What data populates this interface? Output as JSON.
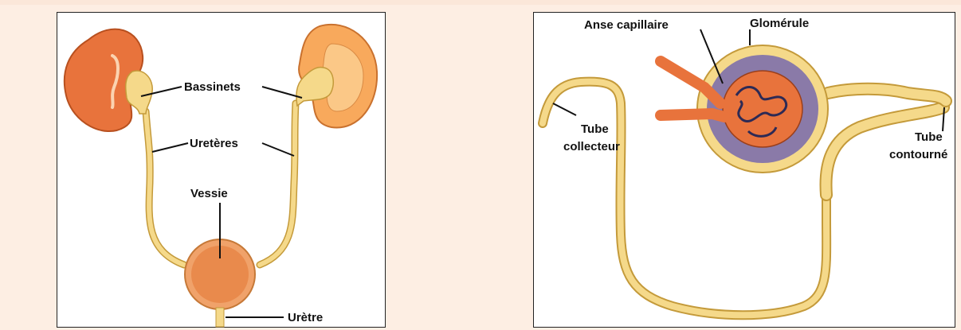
{
  "left_panel": {
    "labels": {
      "bassinets": "Bassinets",
      "ureteres": "Uretères",
      "vessie": "Vessie",
      "uretre": "Urètre"
    }
  },
  "right_panel": {
    "labels": {
      "anse_capillaire": "Anse capillaire",
      "glomerule": "Glomérule",
      "tube_collecteur_1": "Tube",
      "tube_collecteur_2": "collecteur",
      "tube_contourne_1": "Tube",
      "tube_contourne_2": "contourné"
    }
  },
  "colors": {
    "background": "#fdeee3",
    "panel": "#ffffff",
    "kidney": "#e8733c",
    "tube": "#f5d98a",
    "tube_edge": "#c49a3a",
    "capsule": "#8a7aa8"
  }
}
